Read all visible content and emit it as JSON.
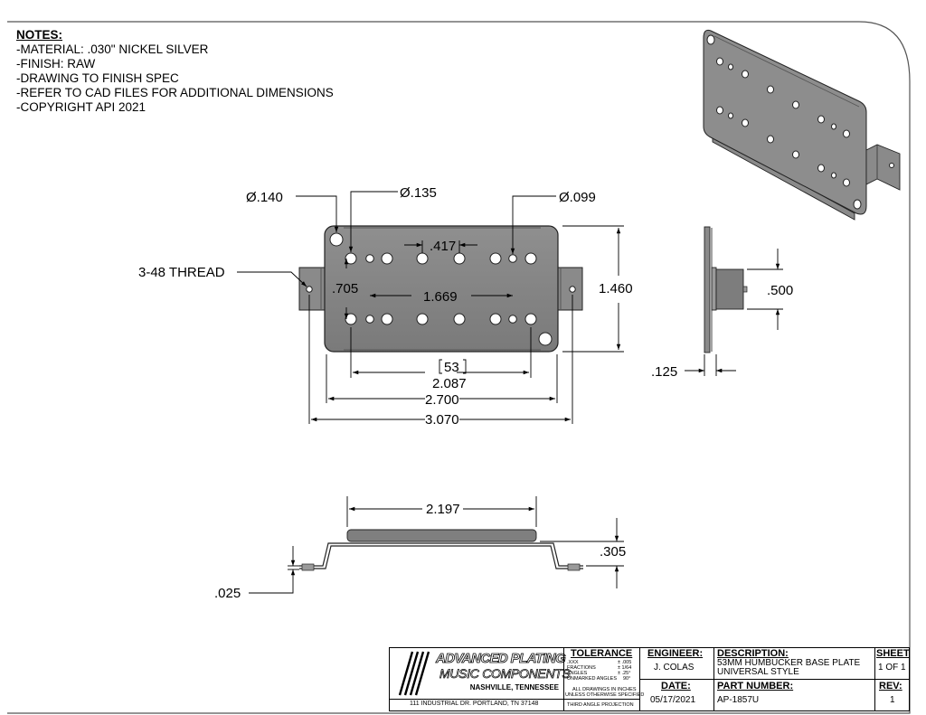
{
  "notes": {
    "heading": "NOTES:",
    "lines": [
      "-MATERIAL: .030\" NICKEL SILVER",
      "-FINISH: RAW",
      "-DRAWING TO FINISH SPEC",
      "-REFER TO CAD FILES FOR ADDITIONAL DIMENSIONS",
      "-COPYRIGHT API 2021"
    ]
  },
  "dimensions": {
    "dia_140": "Ø.140",
    "dia_135": "Ø.135",
    "dia_099": "Ø.099",
    "thread": "3-48 THREAD",
    "d_417": ".417",
    "d_705": ".705",
    "d_1669": "1.669",
    "d_1460": "1.460",
    "d_53": "53",
    "d_2087": "2.087",
    "d_2700": "2.700",
    "d_3070": "3.070",
    "d_500": ".500",
    "d_125": ".125",
    "d_2197": "2.197",
    "d_305": ".305",
    "d_025": ".025"
  },
  "title_block": {
    "company_line1": "ADVANCED PLATING",
    "company_line2": "MUSIC COMPONENTS",
    "company_line3": "NASHVILLE, TENNESSEE",
    "address": "111 INDUSTRIAL DR. PORTLAND, TN 37148",
    "tolerance_label": "TOLERANCE",
    "tol_xxx": ".XXX",
    "tol_xxx_val": "± .005",
    "tol_fractions": "FRACTIONS",
    "tol_fractions_val": "± 1/64",
    "tol_angles": "ANGLES",
    "tol_angles_val": "± .25°",
    "tol_unmarked": "UNMARKED ANGLES",
    "tol_unmarked_val": "90°",
    "tol_note1": "ALL DRAWINGS IN INCHES",
    "tol_note2": "UNLESS OTHERWISE SPECIFIED",
    "projection": "THIRD ANGLE PROJECTION",
    "engineer_label": "ENGINEER:",
    "engineer": "J. COLAS",
    "date_label": "DATE:",
    "date": "05/17/2021",
    "description_label": "DESCRIPTION:",
    "description_line1": "53MM HUMBUCKER BASE PLATE",
    "description_line2": "UNIVERSAL STYLE",
    "part_number_label": "PART NUMBER:",
    "part_number": "AP-1857U",
    "sheet_label": "SHEET",
    "sheet": "1 OF 1",
    "rev_label": "REV:",
    "rev": "1"
  }
}
